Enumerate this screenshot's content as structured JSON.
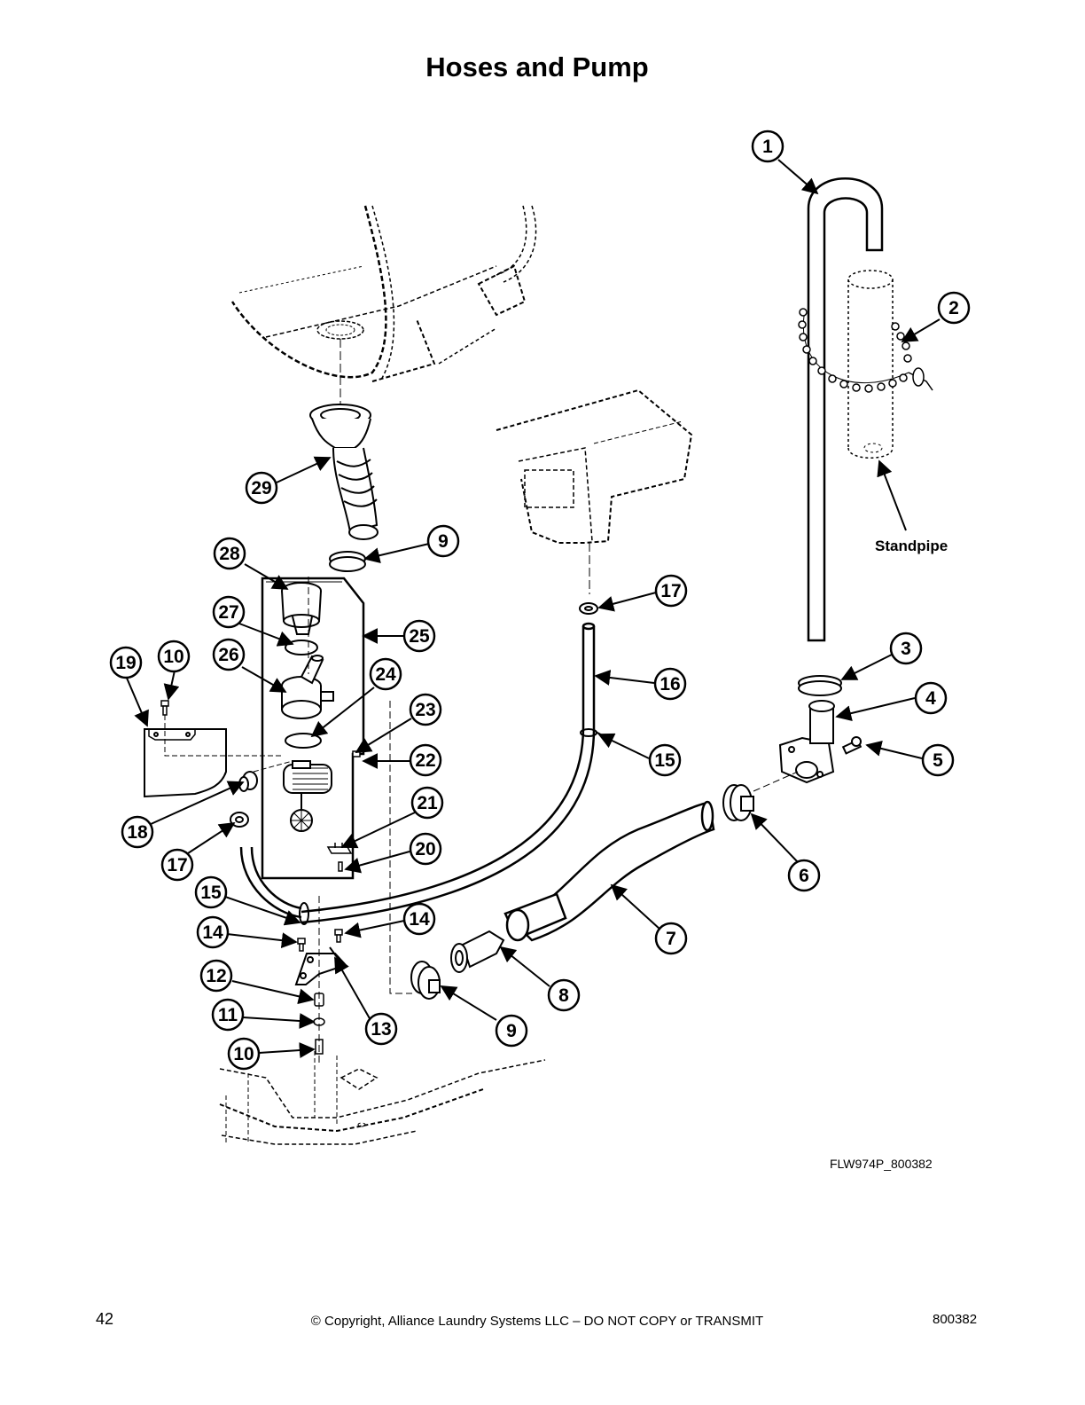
{
  "page": {
    "title": "Hoses and Pump",
    "standpipe_label": "Standpipe",
    "figure_code": "FLW974P_800382",
    "page_number": "42",
    "copyright": "© Copyright, Alliance Laundry Systems LLC – DO NOT COPY or TRANSMIT",
    "doc_number": "800382"
  },
  "callouts": [
    {
      "id": "c1",
      "label": "1"
    },
    {
      "id": "c2",
      "label": "2"
    },
    {
      "id": "c3",
      "label": "3"
    },
    {
      "id": "c4",
      "label": "4"
    },
    {
      "id": "c5",
      "label": "5"
    },
    {
      "id": "c6",
      "label": "6"
    },
    {
      "id": "c7",
      "label": "7"
    },
    {
      "id": "c8",
      "label": "8"
    },
    {
      "id": "c9a",
      "label": "9"
    },
    {
      "id": "c9b",
      "label": "9"
    },
    {
      "id": "c10a",
      "label": "10"
    },
    {
      "id": "c10b",
      "label": "10"
    },
    {
      "id": "c11",
      "label": "11"
    },
    {
      "id": "c12",
      "label": "12"
    },
    {
      "id": "c13",
      "label": "13"
    },
    {
      "id": "c14a",
      "label": "14"
    },
    {
      "id": "c14b",
      "label": "14"
    },
    {
      "id": "c15a",
      "label": "15"
    },
    {
      "id": "c15b",
      "label": "15"
    },
    {
      "id": "c16",
      "label": "16"
    },
    {
      "id": "c17a",
      "label": "17"
    },
    {
      "id": "c17b",
      "label": "17"
    },
    {
      "id": "c18",
      "label": "18"
    },
    {
      "id": "c19",
      "label": "19"
    },
    {
      "id": "c20",
      "label": "20"
    },
    {
      "id": "c21",
      "label": "21"
    },
    {
      "id": "c22",
      "label": "22"
    },
    {
      "id": "c23",
      "label": "23"
    },
    {
      "id": "c24",
      "label": "24"
    },
    {
      "id": "c25",
      "label": "25"
    },
    {
      "id": "c26",
      "label": "26"
    },
    {
      "id": "c27",
      "label": "27"
    },
    {
      "id": "c28",
      "label": "28"
    },
    {
      "id": "c29",
      "label": "29"
    }
  ]
}
